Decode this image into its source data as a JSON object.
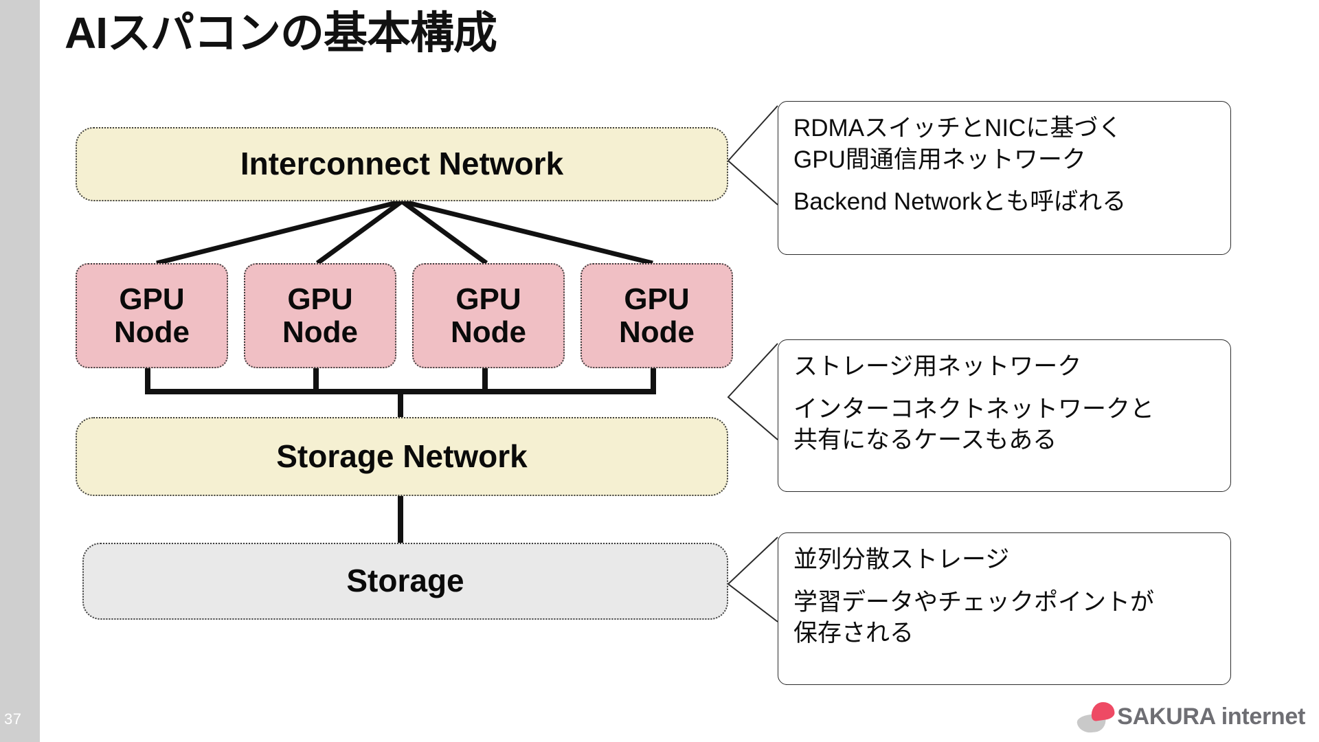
{
  "slide": {
    "title": "AIスパコンの基本構成",
    "page_number": "37",
    "background_color": "#ffffff",
    "rail_color": "#cfcfcf"
  },
  "diagram": {
    "interconnect": {
      "label": "Interconnect Network",
      "fill": "#f5f0d2"
    },
    "gpu_nodes": [
      {
        "line1": "GPU",
        "line2": "Node",
        "fill": "#f0bfc4"
      },
      {
        "line1": "GPU",
        "line2": "Node",
        "fill": "#f0bfc4"
      },
      {
        "line1": "GPU",
        "line2": "Node",
        "fill": "#f0bfc4"
      },
      {
        "line1": "GPU",
        "line2": "Node",
        "fill": "#f0bfc4"
      }
    ],
    "storage_network": {
      "label": "Storage Network",
      "fill": "#f5f0d2"
    },
    "storage": {
      "label": "Storage",
      "fill": "#e9e9e9"
    }
  },
  "callouts": [
    {
      "id": "interconnect-callout",
      "para1": "RDMAスイッチとNICに基づく\nGPU間通信用ネットワーク",
      "para2": "Backend Networkとも呼ばれる"
    },
    {
      "id": "storage-network-callout",
      "para1": "ストレージ用ネットワーク",
      "para2": "インターコネクトネットワークと\n共有になるケースもある"
    },
    {
      "id": "storage-callout",
      "para1": "並列分散ストレージ",
      "para2": "学習データやチェックポイントが\n保存される"
    }
  ],
  "logo": {
    "text": "SAKURA internet",
    "petal_color": "#ee4a64",
    "leaf_color": "#c9c9c9",
    "text_color": "#6e6e73"
  }
}
